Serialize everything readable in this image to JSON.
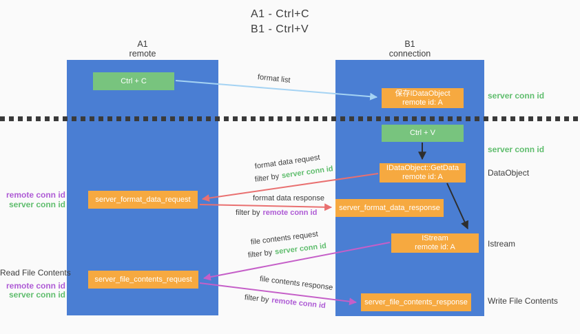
{
  "title": {
    "line1": "A1 - Ctrl+C",
    "line2": "B1 - Ctrl+V"
  },
  "columns": {
    "a1": {
      "name": "A1",
      "subtitle": "remote"
    },
    "b1": {
      "name": "B1",
      "subtitle": "connection"
    }
  },
  "nodes": {
    "ctrl_c": {
      "label": "Ctrl + C"
    },
    "save_idataobject": {
      "line1": "保存IDataObject",
      "line2": "remote id: A"
    },
    "ctrl_v": {
      "label": "Ctrl + V"
    },
    "getdata": {
      "line1": "IDataObject::GetData",
      "line2": "remote id: A"
    },
    "server_format_data_request": {
      "label": "server_format_data_request"
    },
    "server_format_data_response": {
      "label": "server_format_data_response"
    },
    "istream": {
      "line1": "IStream",
      "line2": "remote id: A"
    },
    "server_file_contents_request": {
      "label": "server_file_contents_request"
    },
    "server_file_contents_response": {
      "label": "server_file_contents_response"
    }
  },
  "edge_labels": {
    "format_list": "format list",
    "format_data_request": "format data request",
    "format_data_response": "format data response",
    "file_contents_request": "file contents request",
    "file_contents_response": "file contents response",
    "filter_by": "filter by",
    "server_conn_id": "server conn id",
    "remote_conn_id": "remote conn id"
  },
  "side_labels": {
    "left": {
      "remote_conn_id": "remote conn id",
      "server_conn_id": "server conn id",
      "read_file_contents": "Read File Contents"
    },
    "right": {
      "server_conn_id": "server conn id",
      "dataobject": "DataObject",
      "istream": "Istream",
      "write_file_contents": "Write File Contents"
    }
  },
  "colors": {
    "bg": "#fafafa",
    "column-blue": "#4a7ed3",
    "node-green": "#78c47e",
    "node-orange": "#f6a940",
    "ink": "#3c3c3c",
    "label-green": "#5fbd6d",
    "label-purple": "#ae5bd5",
    "arrow-blue": "#a5d3f3",
    "arrow-red": "#e97070",
    "arrow-magenta": "#c55fc8",
    "arrow-black": "#2e2e2e",
    "dot-line": "#3a3a3a",
    "box-text": "#ffffff"
  }
}
